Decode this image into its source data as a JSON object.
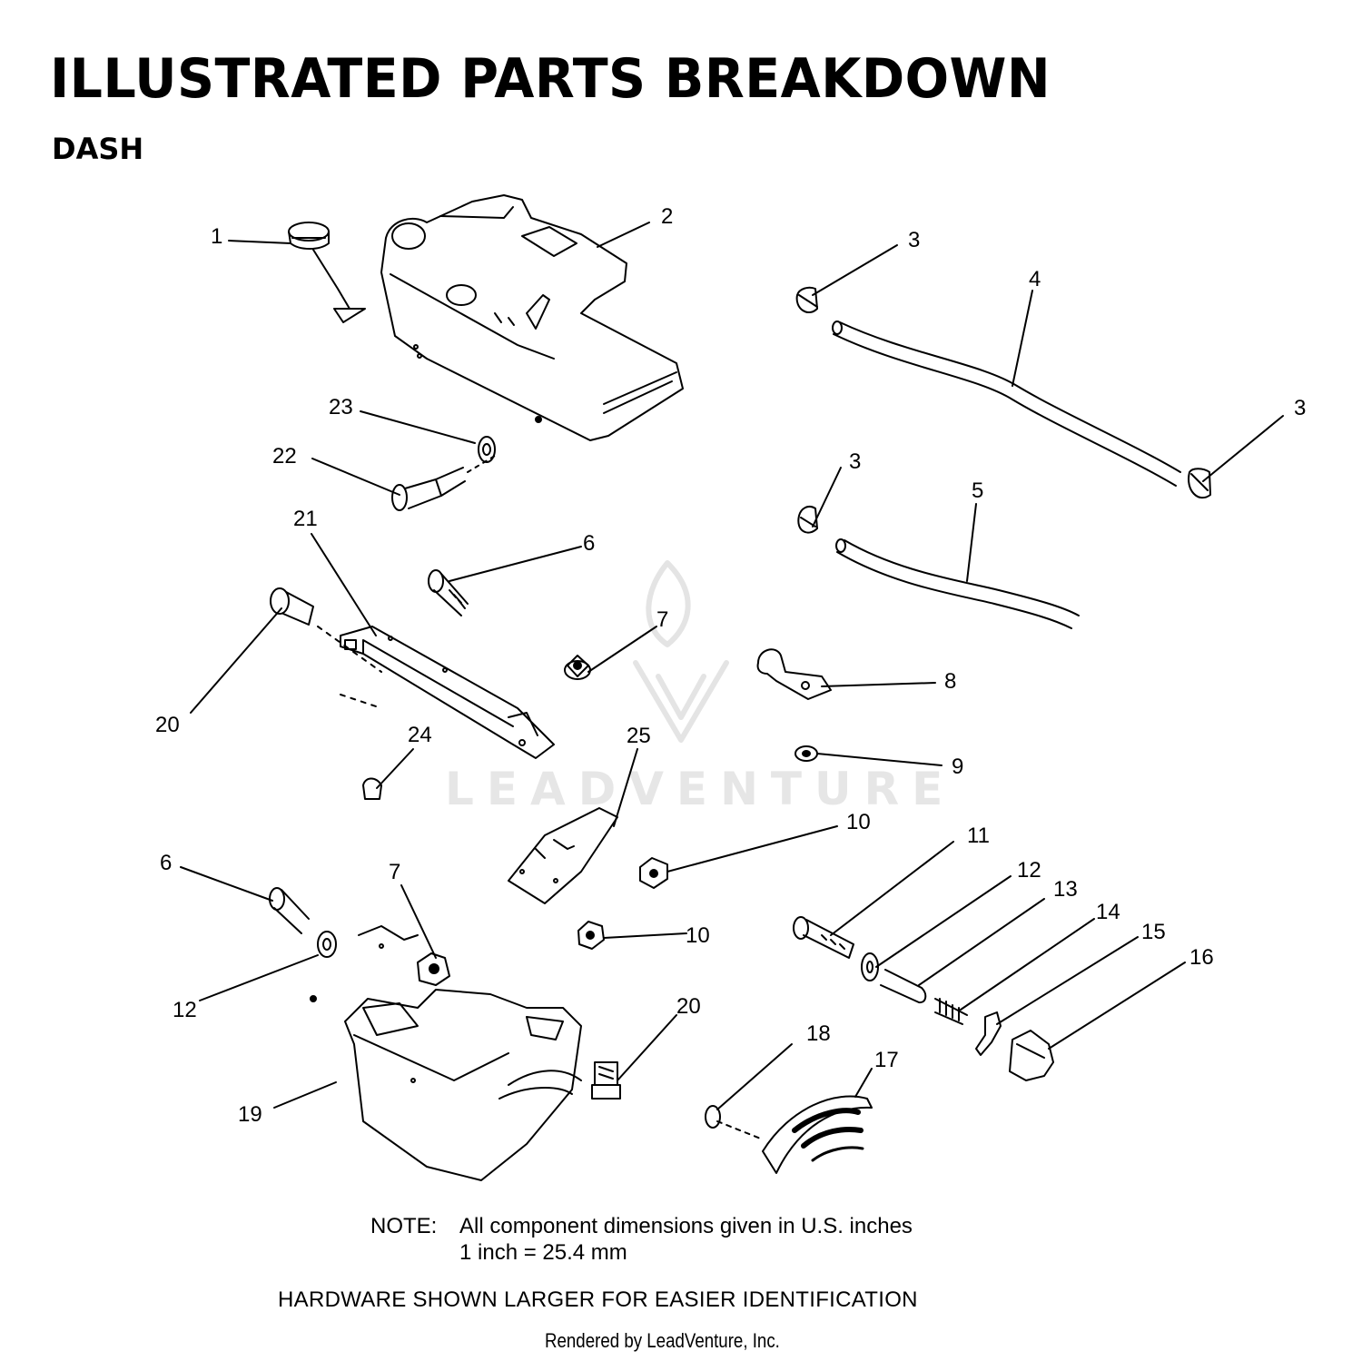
{
  "header": {
    "title": "ILLUSTRATED PARTS BREAKDOWN",
    "subtitle": "DASH"
  },
  "watermark": {
    "text": "LEADVENTURE"
  },
  "callouts": [
    {
      "id": "c1",
      "label": "1"
    },
    {
      "id": "c2",
      "label": "2"
    },
    {
      "id": "c3a",
      "label": "3"
    },
    {
      "id": "c3b",
      "label": "3"
    },
    {
      "id": "c3c",
      "label": "3"
    },
    {
      "id": "c4",
      "label": "4"
    },
    {
      "id": "c5",
      "label": "5"
    },
    {
      "id": "c6a",
      "label": "6"
    },
    {
      "id": "c6b",
      "label": "6"
    },
    {
      "id": "c7a",
      "label": "7"
    },
    {
      "id": "c7b",
      "label": "7"
    },
    {
      "id": "c8",
      "label": "8"
    },
    {
      "id": "c9",
      "label": "9"
    },
    {
      "id": "c10a",
      "label": "10"
    },
    {
      "id": "c10b",
      "label": "10"
    },
    {
      "id": "c11",
      "label": "11"
    },
    {
      "id": "c12a",
      "label": "12"
    },
    {
      "id": "c12b",
      "label": "12"
    },
    {
      "id": "c13",
      "label": "13"
    },
    {
      "id": "c14",
      "label": "14"
    },
    {
      "id": "c15",
      "label": "15"
    },
    {
      "id": "c16",
      "label": "16"
    },
    {
      "id": "c17",
      "label": "17"
    },
    {
      "id": "c18",
      "label": "18"
    },
    {
      "id": "c19",
      "label": "19"
    },
    {
      "id": "c20a",
      "label": "20"
    },
    {
      "id": "c20b",
      "label": "20"
    },
    {
      "id": "c21",
      "label": "21"
    },
    {
      "id": "c22",
      "label": "22"
    },
    {
      "id": "c23",
      "label": "23"
    },
    {
      "id": "c24",
      "label": "24"
    },
    {
      "id": "c25",
      "label": "25"
    }
  ],
  "note": {
    "label": "NOTE:",
    "line1": "All component dimensions given in U.S. inches",
    "line2": "1 inch = 25.4 mm"
  },
  "hardware_note": "HARDWARE SHOWN LARGER FOR EASIER IDENTIFICATION",
  "footer": "Rendered by LeadVenture, Inc."
}
